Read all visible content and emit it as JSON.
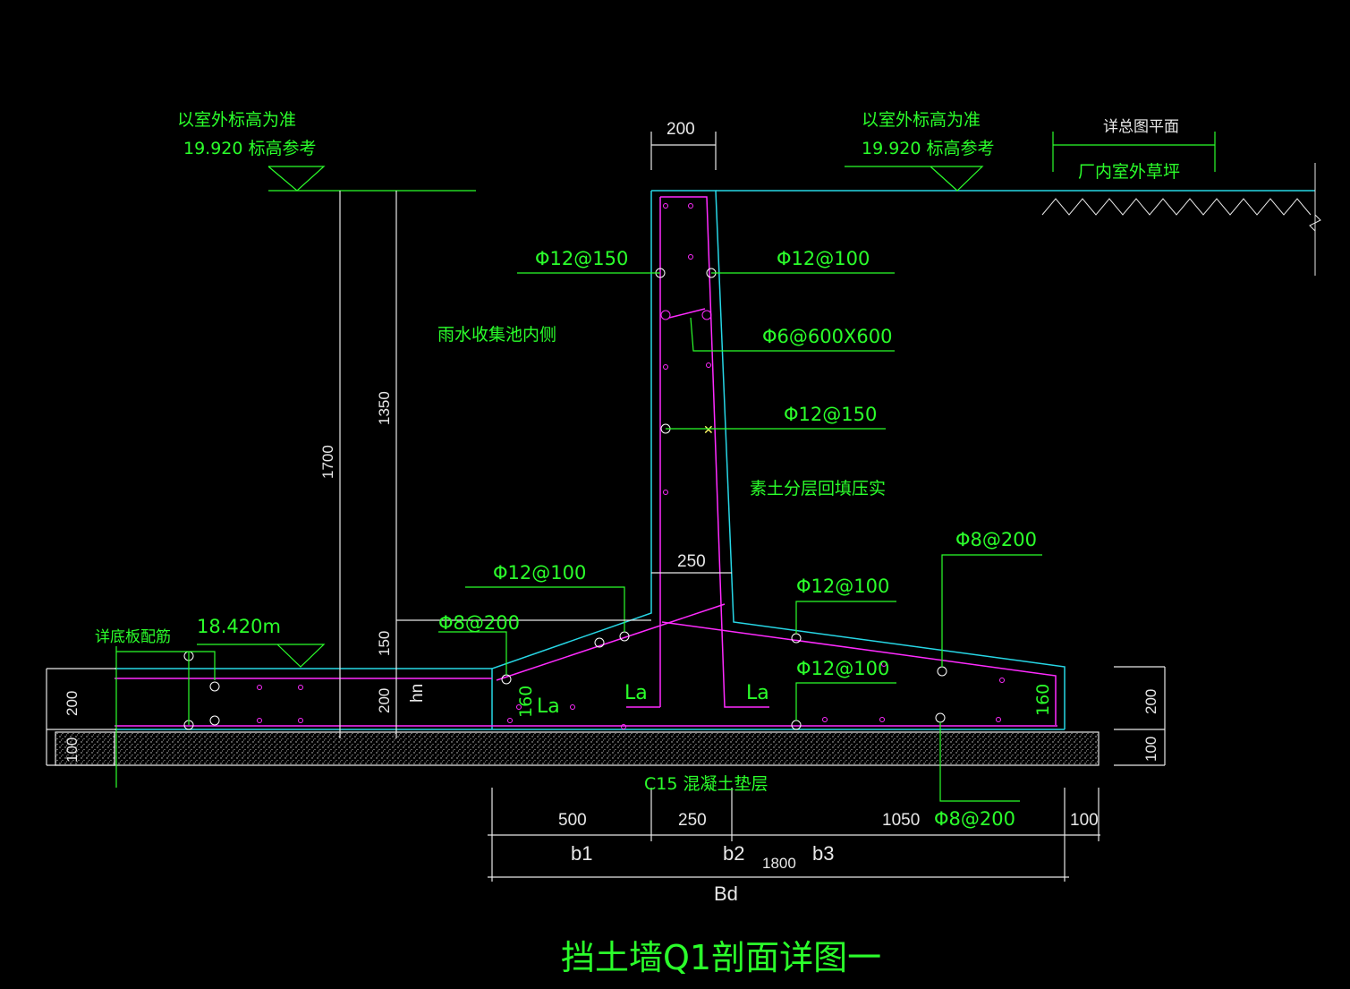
{
  "title": "挡土墙Q1剖面详图一",
  "notes": {
    "ref_left_line1": "以室外标高为准",
    "ref_left_line2": "19.920 标高参考",
    "ref_right_line1": "以室外标高为准",
    "ref_right_line2": "19.920 标高参考",
    "plan_ref": "详总图平面",
    "lawn": "厂内室外草坪",
    "inner_side": "雨水收集池内侧",
    "backfill": "素土分层回填压实",
    "bottom_slab": "详底板配筋",
    "elevation": "18.420m",
    "cushion": "C15 混凝土垫层"
  },
  "rebar": {
    "r1": "Φ12@150",
    "r2": "Φ12@100",
    "r3": "Φ6@600X600",
    "r4": "Φ12@150",
    "r5": "Φ12@100",
    "r6": "Φ8@200",
    "r7": "Φ12@100",
    "r8": "Φ12@100",
    "r9": "Φ8@200",
    "r10": "Φ8@200"
  },
  "dims": {
    "wall_top": "200",
    "wall_base": "250",
    "h1700": "1700",
    "h1350": "1350",
    "h150": "150",
    "h200_mid": "200",
    "hn": "hn",
    "h200_left": "200",
    "h100_left": "100",
    "h200_right": "200",
    "h100_right": "100",
    "d500": "500",
    "d250": "250",
    "d1050": "1050",
    "d100": "100",
    "b1": "b1",
    "b2": "b2",
    "b3": "b3",
    "d1800": "1800",
    "bd": "Bd",
    "la1": "La",
    "la2": "La",
    "la3": "La",
    "d160_left": "160",
    "d160_right": "160"
  }
}
